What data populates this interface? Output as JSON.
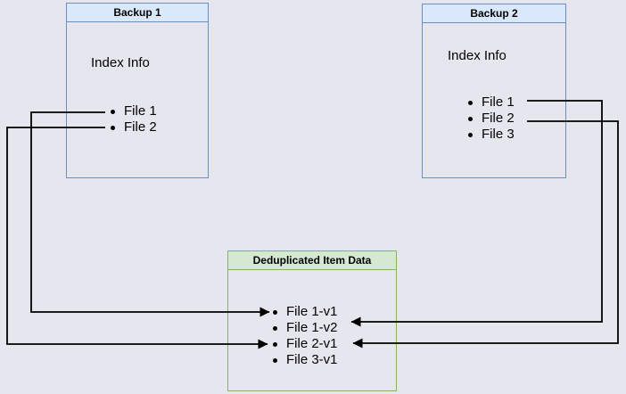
{
  "diagram": {
    "background_color": "#e6e6ee",
    "arrow_color": "#000000",
    "boxes": {
      "backup1": {
        "title": "Backup 1",
        "subtitle": "Index Info",
        "items": [
          "File 1",
          "File 2"
        ],
        "header_fill": "#dae8fc",
        "border_color": "#6c8ebf"
      },
      "backup2": {
        "title": "Backup 2",
        "subtitle": "Index Info",
        "items": [
          "File 1",
          "File 2",
          "File 3"
        ],
        "header_fill": "#dae8fc",
        "border_color": "#6c8ebf"
      },
      "dedup": {
        "title": "Deduplicated Item Data",
        "items": [
          "File 1-v1",
          "File 1-v2",
          "File 2-v1",
          "File 3-v1"
        ],
        "header_fill": "#d5e8d4",
        "border_color": "#82b366"
      }
    },
    "arrows": [
      {
        "from": "Backup 1 / File 1",
        "to": "File 1-v1"
      },
      {
        "from": "Backup 1 / File 2",
        "to": "File 2-v1"
      },
      {
        "from": "Backup 2 / File 1",
        "to": "File 1-v2"
      },
      {
        "from": "Backup 2 / File 2",
        "to": "File 2-v1"
      }
    ]
  }
}
